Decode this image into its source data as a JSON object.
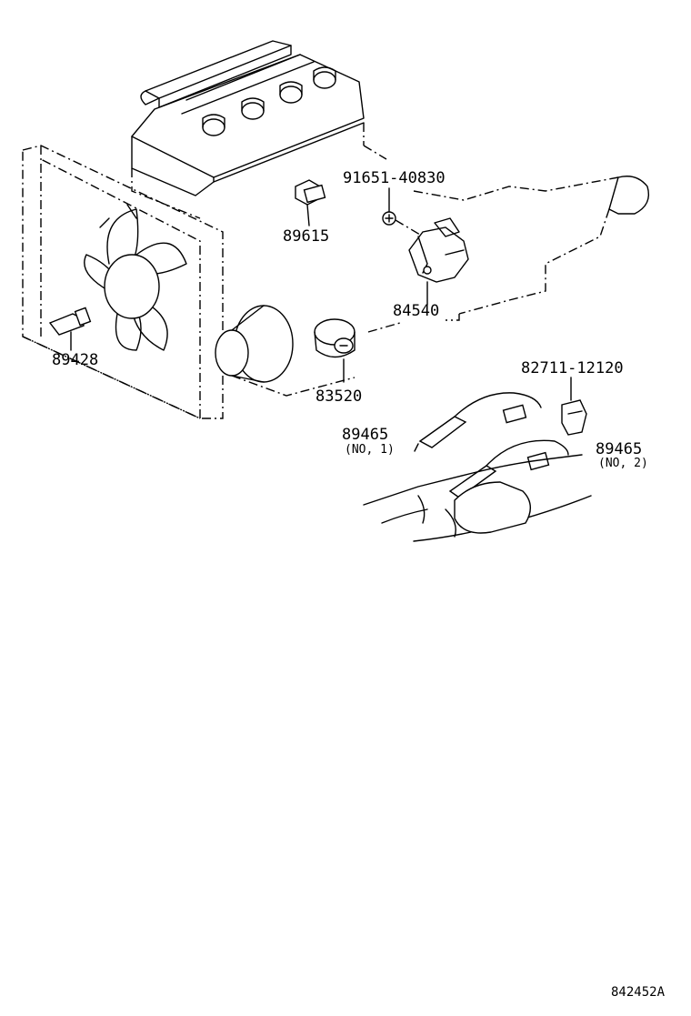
{
  "labels": {
    "p91651": "91651-40830",
    "p89615": "89615",
    "p84540": "84540",
    "p89428": "89428",
    "p83520": "83520",
    "p82711": "82711-12120",
    "p89465_1": "89465",
    "p89465_1_sub": "(NO, 1)",
    "p89465_2": "89465",
    "p89465_2_sub": "(NO, 2)",
    "drawing_code": "842452A"
  }
}
